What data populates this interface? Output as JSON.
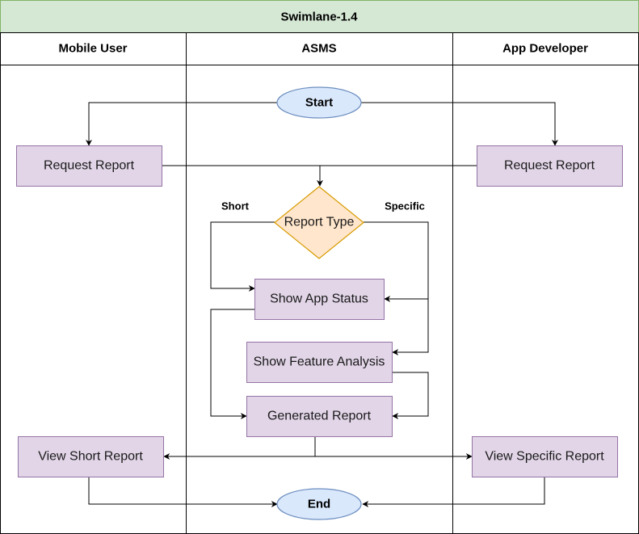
{
  "title": "Swimlane-1.4",
  "colors": {
    "title_fill": "#d5e8d4",
    "title_stroke": "#82b366",
    "process_fill": "#e1d5e7",
    "process_stroke": "#9673a6",
    "terminal_fill": "#dae8fc",
    "terminal_stroke": "#6c8ebf",
    "decision_fill": "#ffe6cc",
    "decision_stroke": "#d79b00"
  },
  "lanes": [
    {
      "id": "mobile",
      "label": "Mobile User"
    },
    {
      "id": "asms",
      "label": "ASMS"
    },
    {
      "id": "dev",
      "label": "App Developer"
    }
  ],
  "nodes": {
    "start": "Start",
    "request_mobile": "Request Report",
    "request_dev": "Request Report",
    "report_type": "Report Type",
    "show_app_status": "Show App Status",
    "show_feature_analysis": "Show Feature Analysis",
    "generated_report": "Generated Report",
    "view_short_report": "View Short Report",
    "view_specific_report": "View Specific Report",
    "end": "End"
  },
  "edge_labels": {
    "short": "Short",
    "specific": "Specific"
  },
  "edges": [
    {
      "from": "start",
      "to": "request_mobile"
    },
    {
      "from": "start",
      "to": "request_dev"
    },
    {
      "from": "request_mobile",
      "to": "report_type"
    },
    {
      "from": "request_dev",
      "to": "report_type"
    },
    {
      "from": "report_type",
      "to": "show_app_status",
      "label": "short"
    },
    {
      "from": "report_type",
      "to": "show_app_status",
      "label": "specific"
    },
    {
      "from": "report_type",
      "to": "show_feature_analysis",
      "label": "specific"
    },
    {
      "from": "show_app_status",
      "to": "generated_report"
    },
    {
      "from": "show_feature_analysis",
      "to": "generated_report"
    },
    {
      "from": "generated_report",
      "to": "view_short_report"
    },
    {
      "from": "generated_report",
      "to": "view_specific_report"
    },
    {
      "from": "view_short_report",
      "to": "end"
    },
    {
      "from": "view_specific_report",
      "to": "end"
    }
  ]
}
